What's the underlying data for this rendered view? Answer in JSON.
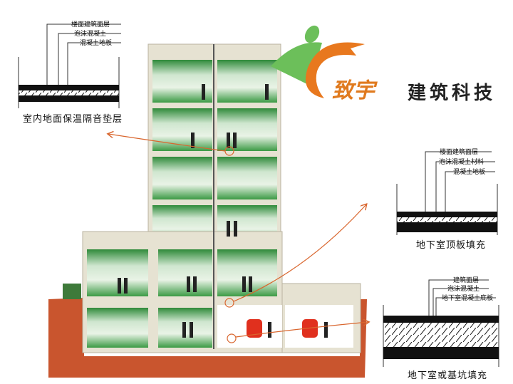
{
  "logo": {
    "brand": "致宇",
    "text": "建筑科技",
    "green": "#6cbf5a",
    "orange": "#e8781e"
  },
  "detail_indoor": {
    "layers": [
      "楼面建筑面层",
      "泡沫混凝土",
      "混凝土地板"
    ],
    "caption": "室内地面保温隔音垫层"
  },
  "detail_roof": {
    "layers": [
      "楼面建筑面层",
      "泡沫混凝土材料",
      "混凝土地板"
    ],
    "caption": "地下室顶板填充"
  },
  "detail_basement": {
    "layers": [
      "建筑面层",
      "泡沫混凝土",
      "地下室混凝土底板"
    ],
    "caption": "地下室或基坑填充"
  },
  "colors": {
    "soil": "#c9552e",
    "wall": "#e6e2d2",
    "glass": "#5aa75a",
    "arrow": "#d9662e",
    "car": "#e0301e"
  }
}
